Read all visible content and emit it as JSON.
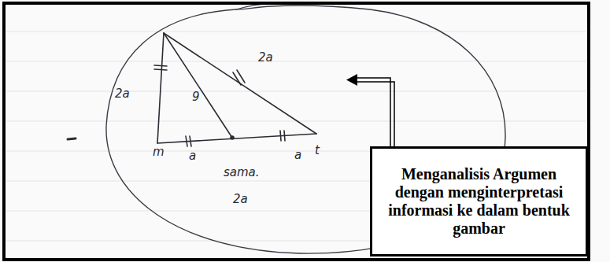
{
  "diagram": {
    "nodes": [
      {
        "text": [
          "Menganalisis Argumen dengan menginterpretasi informasi ke dalam bentuk gambar"
        ]
      }
    ],
    "labels": [
      "2a",
      "9",
      "2a",
      "m",
      "a",
      "a",
      "t",
      "sama.",
      "2a"
    ]
  }
}
